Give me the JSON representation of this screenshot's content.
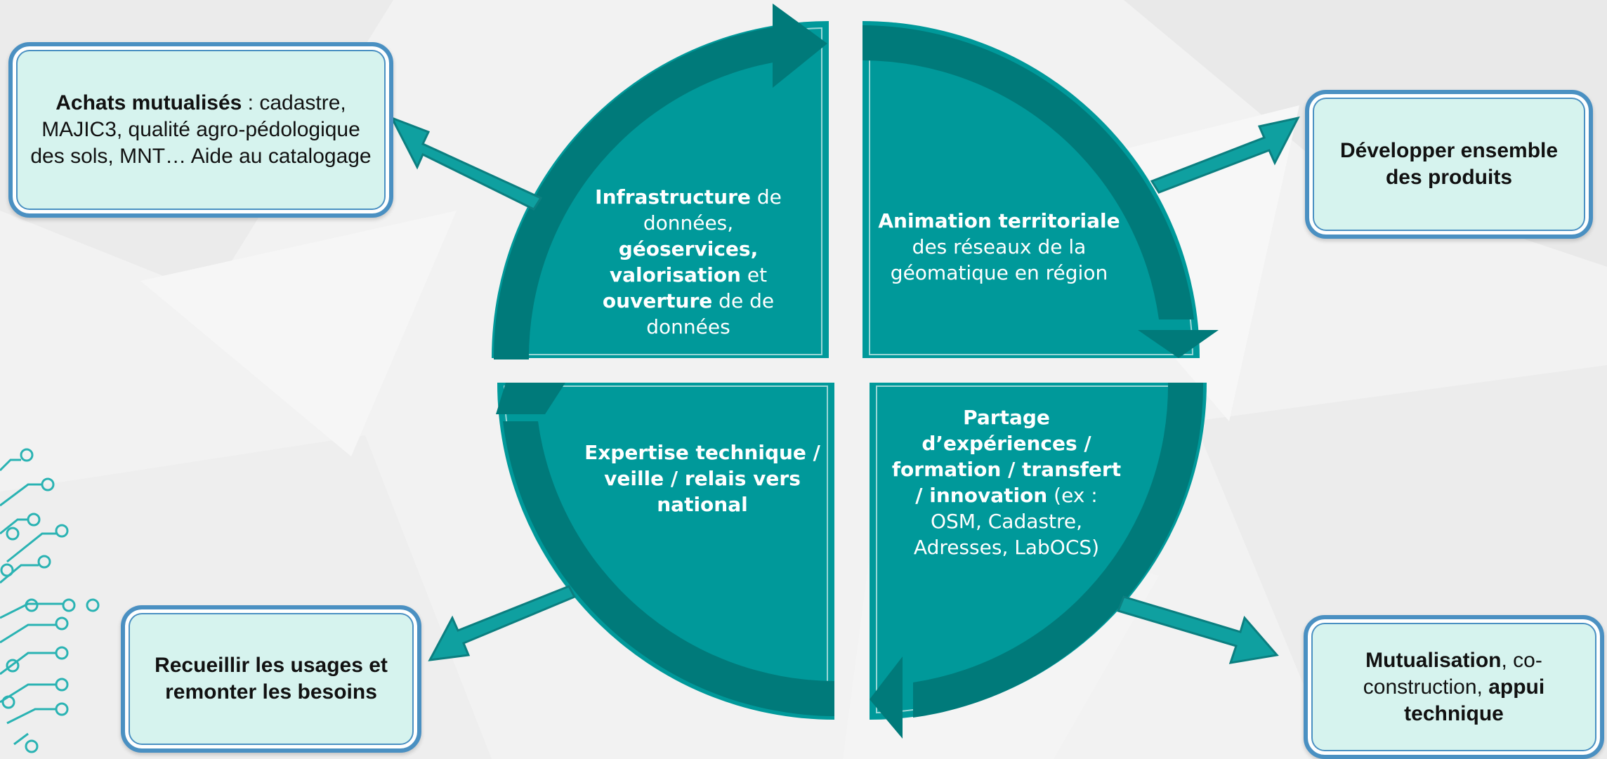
{
  "colors": {
    "background": "#f1f1f1",
    "quadrant_fill": "#00999a",
    "arrow_dark": "#007a7a",
    "box_fill": "#d6f3ee",
    "box_border": "#4a90c2",
    "circuit": "#2ab3b3"
  },
  "quadrants": {
    "top_left": {
      "w1": "Infrastructure",
      "t1": " de données, ",
      "w2": "géoservices,",
      "t2": " ",
      "w3": "valorisation",
      "t3": " et ",
      "w4": "ouverture",
      "t4": " de de données"
    },
    "top_right": {
      "w1": "Animation territoriale",
      "t1": " des réseaux de la géomatique en région"
    },
    "bottom_left": {
      "w1": "Expertise technique / veille / relais vers national"
    },
    "bottom_right": {
      "w1": "Partage d’expériences / formation / transfert / innovation",
      "t1": " (ex : OSM, Cadastre, Adresses, LabOCS)"
    }
  },
  "boxes": {
    "top_left": {
      "b1": "Achats mutualisés",
      "t1": " : cadastre, MAJIC3, qualité agro-pédologique des sols, MNT… Aide au catalogage"
    },
    "top_right": {
      "b1": "Développer ensemble des produits"
    },
    "bottom_left": {
      "b1": "Recueillir les usages et remonter les besoins"
    },
    "bottom_right": {
      "b1": "Mutualisation",
      "t1": ", co-construction, ",
      "b2": "appui technique"
    }
  }
}
